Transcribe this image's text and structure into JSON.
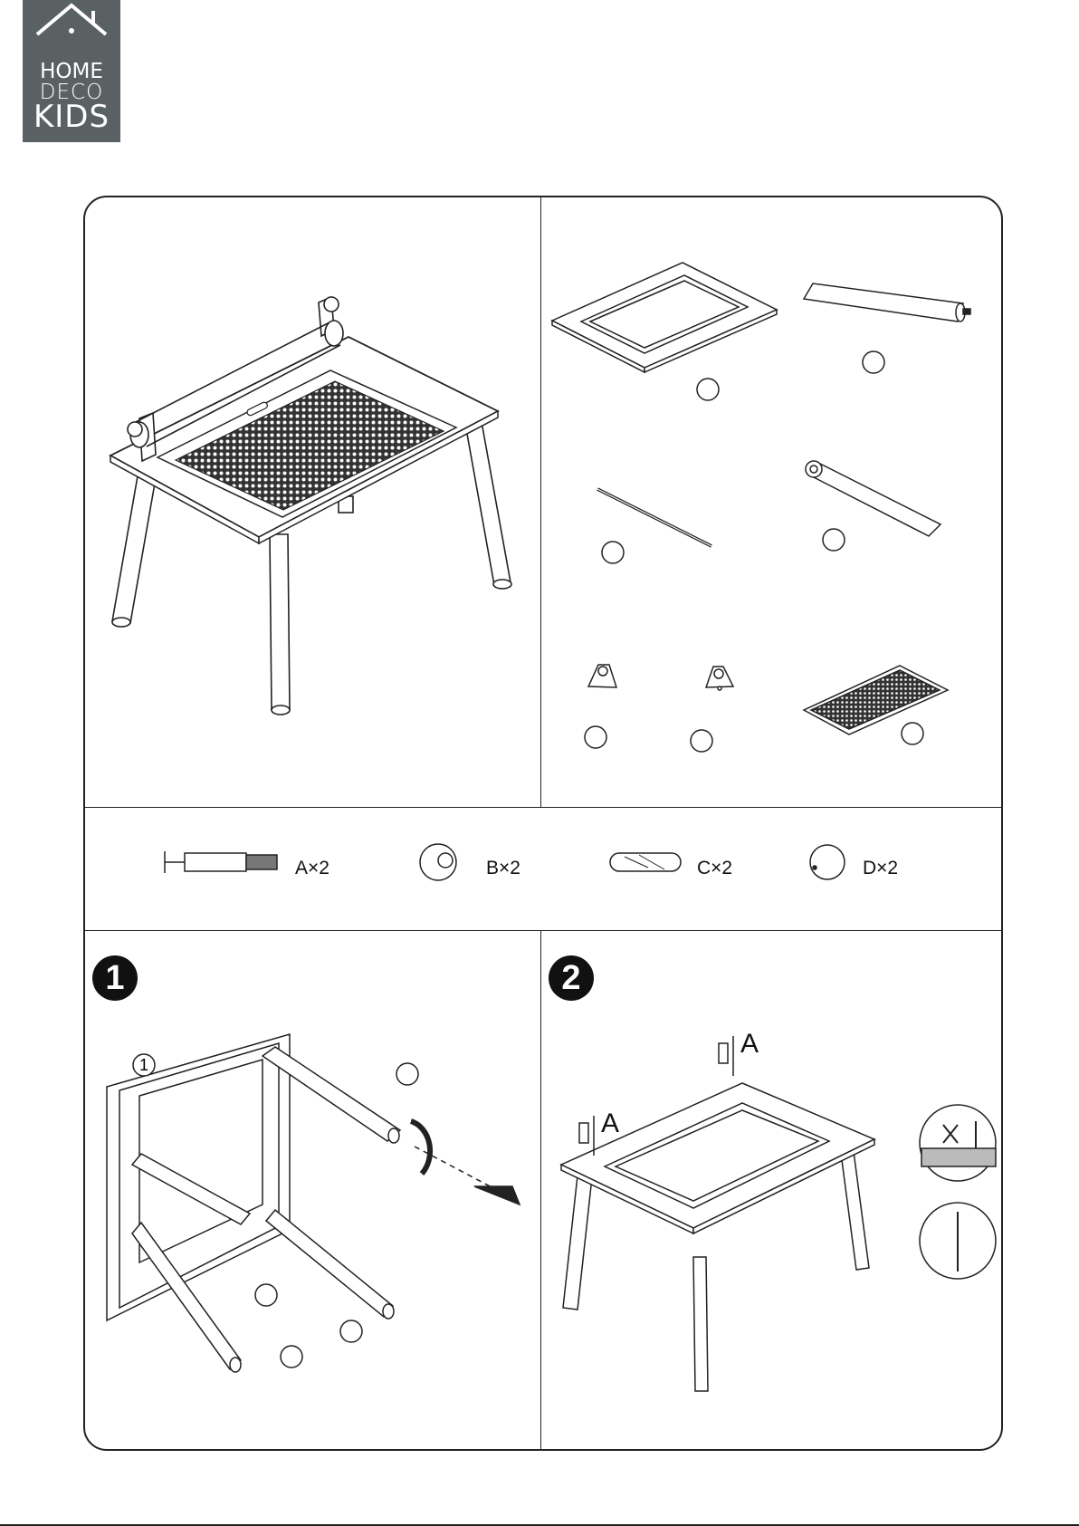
{
  "logo": {
    "line1": "HOME",
    "line2": "DECO",
    "line3": "KIDS"
  },
  "hardware": [
    {
      "label": "A×2"
    },
    {
      "label": "B×2"
    },
    {
      "label": "C×2"
    },
    {
      "label": "D×2"
    }
  ],
  "steps": [
    {
      "number": "1",
      "part_callout": "1"
    },
    {
      "number": "2",
      "fastener_label": "A"
    }
  ],
  "colors": {
    "logo_bg": "#5a6163",
    "ink": "#111111"
  }
}
